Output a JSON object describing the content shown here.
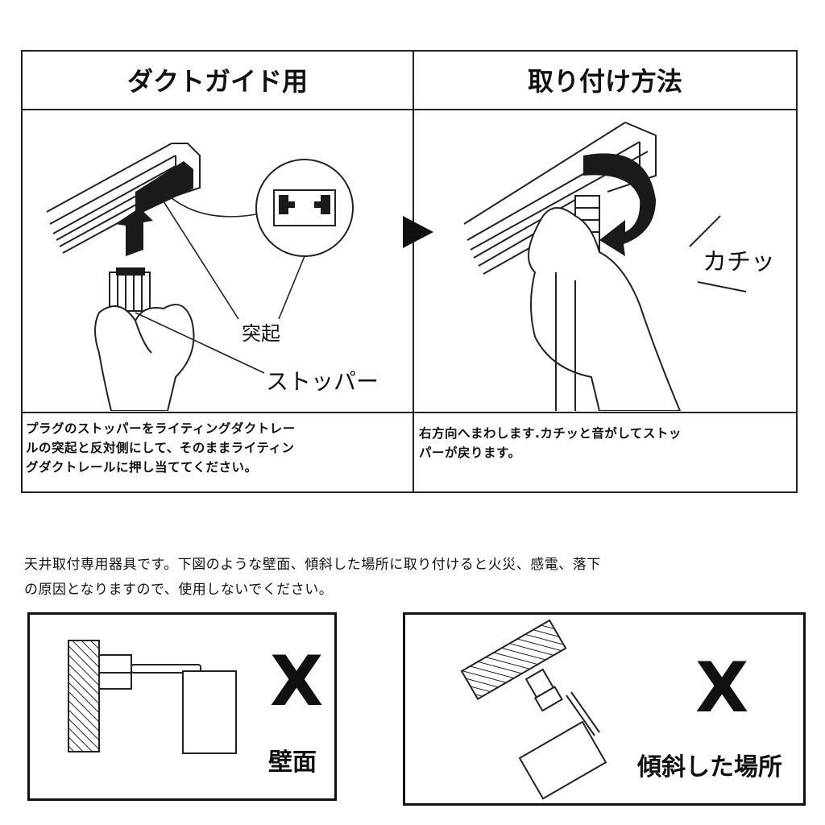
{
  "header": {
    "left_title": "ダクトガイド用",
    "right_title": "取り付け方法"
  },
  "illustration_left": {
    "label_protrusion": "突起",
    "label_stopper": "ストッパー"
  },
  "illustration_right": {
    "label_click": "カチッ"
  },
  "descriptions": {
    "left_lines": [
      "プラグのストッパーをライティングダクトレー",
      "ルの突起と反対側にして、そのままライティン",
      "グダクトレールに押し当ててください。"
    ],
    "right_lines": [
      "右方向へまわします.カチッと音がしてストッ",
      "パーが戻ります。"
    ]
  },
  "notice": {
    "lines": [
      "天井取付専用器具です。下図のような壁面、傾斜した場所に取り付けると火災、感電、落下",
      "の原因となりますので、使用しないでください。"
    ]
  },
  "prohibited": [
    {
      "mark": "X",
      "caption": "壁面"
    },
    {
      "mark": "X",
      "caption": "傾斜した場所"
    }
  ],
  "icons": {
    "arrow": "triangle-right-icon"
  }
}
